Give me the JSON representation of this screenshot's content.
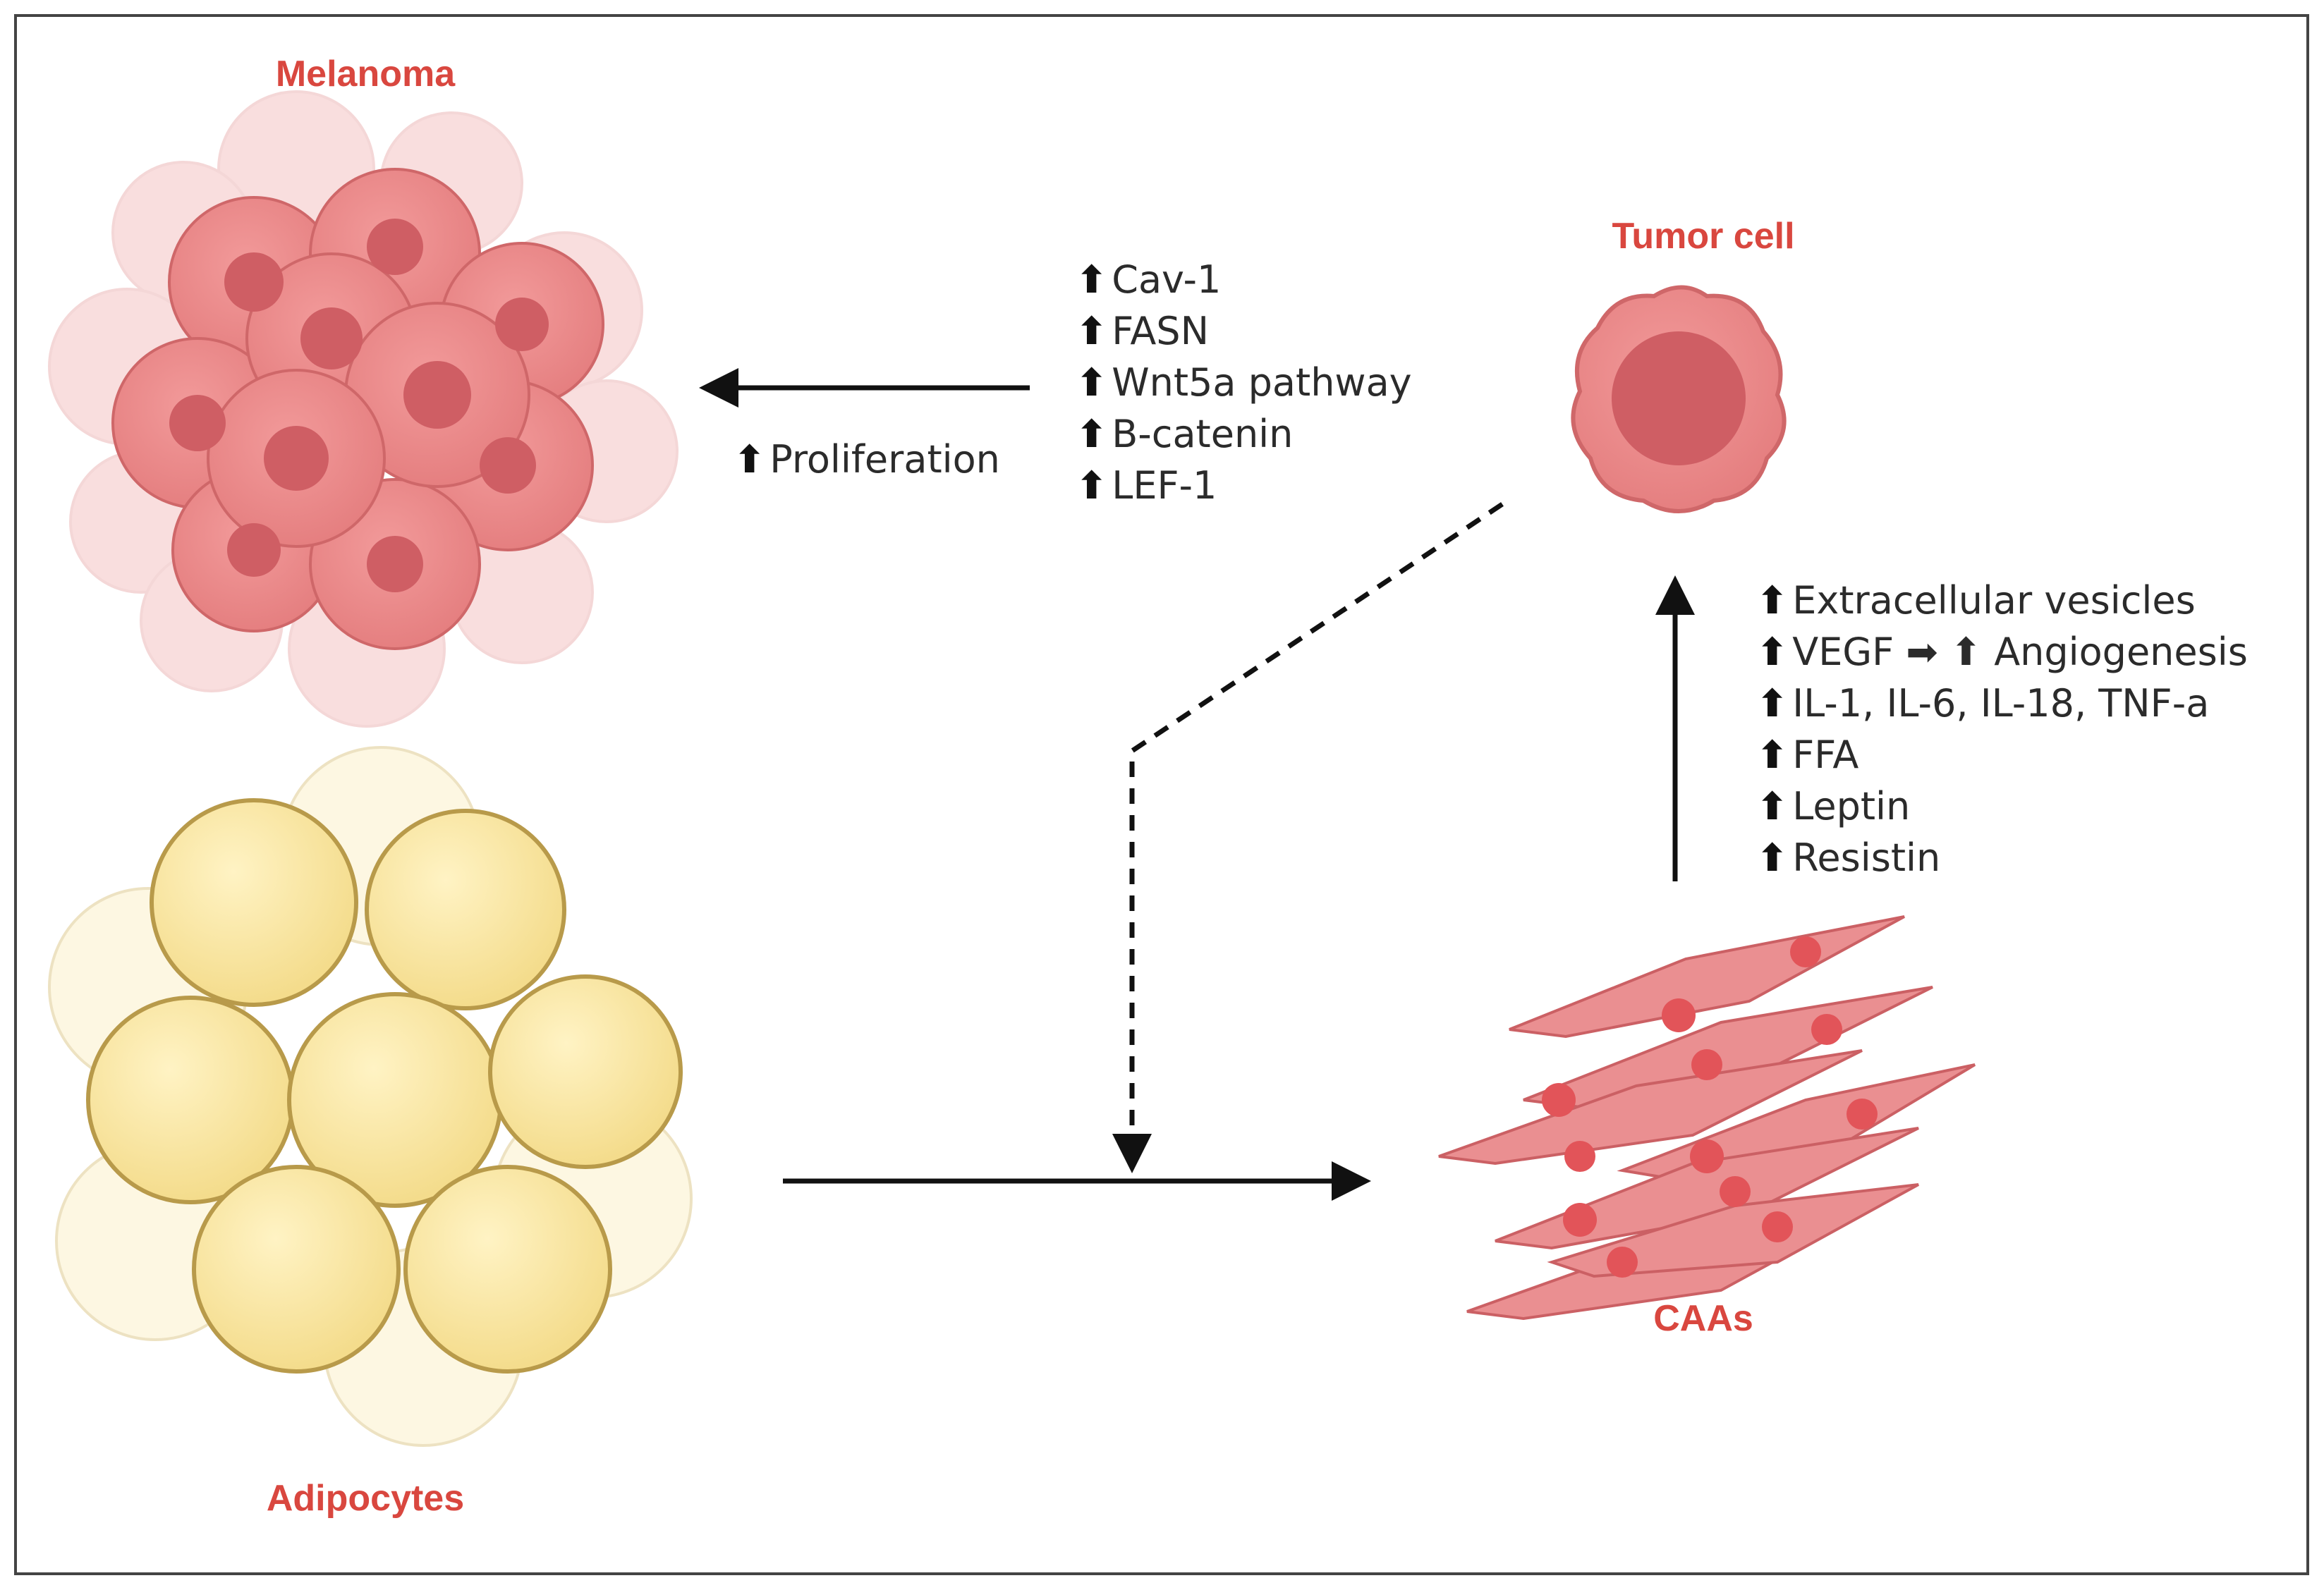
{
  "labels": {
    "melanoma": "Melanoma",
    "tumor_cell": "Tumor cell",
    "adipocytes": "Adipocytes",
    "caas": "CAAs"
  },
  "up_arrow_symbol": "⬆",
  "melanoma_factors": [
    "Cav-1",
    "FASN",
    "Wnt5a pathway",
    "B-catenin",
    "LEF-1"
  ],
  "proliferation": "Proliferation",
  "caa_factors": [
    "Extracellular vesicles",
    "VEGF ➡ ⬆ Angiogenesis",
    "IL-1, IL-6, IL-18, TNF-a",
    "FFA",
    "Leptin",
    "Resistin"
  ],
  "colors": {
    "label_red": "#d9473f",
    "cell_pink": "#e57f80",
    "nucleus": "#c9555a",
    "adipocyte_fill": "#f7e39a",
    "adipocyte_edge": "#b89a4a",
    "border": "#444444"
  }
}
